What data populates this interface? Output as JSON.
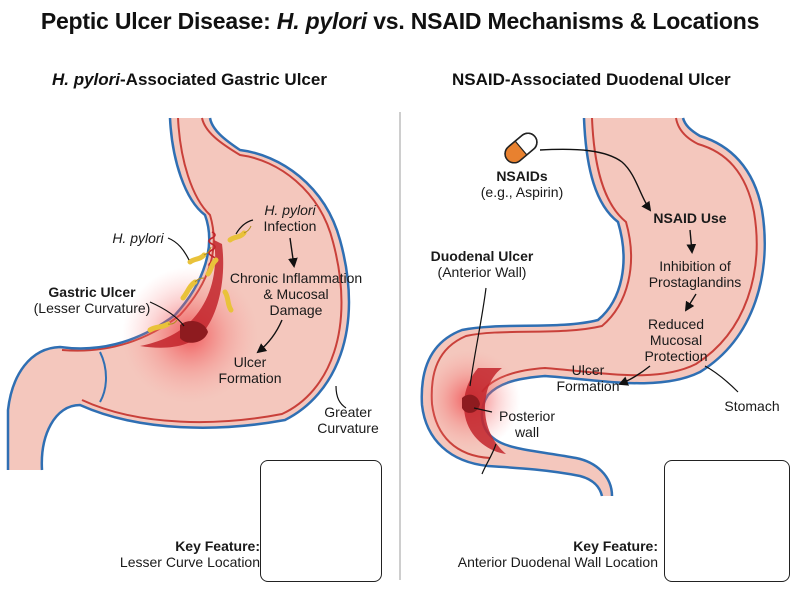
{
  "title": {
    "part1": "Peptic Ulcer Disease: ",
    "italic": "H. pylori",
    "part2": " vs. NSAID Mechanisms & Locations"
  },
  "left_panel": {
    "subtitle_italic": "H. pylori",
    "subtitle_rest": "-Associated Gastric Ulcer",
    "labels": {
      "h_pylori": "H. pylori",
      "infection_italic": "H. pylori",
      "infection_rest": "Infection",
      "inflammation_line1": "Chronic Inflammation",
      "inflammation_line2": "& Mucosal",
      "inflammation_line3": "Damage",
      "ulcer_formation_line1": "Ulcer",
      "ulcer_formation_line2": "Formation",
      "gastric_ulcer_title": "Gastric Ulcer",
      "gastric_ulcer_sub": "(Lesser Curvature)",
      "greater_curvature_line1": "Greater",
      "greater_curvature_line2": "Curvature"
    },
    "key_feature": {
      "title": "Key Feature:",
      "text": "Lesser Curve Location"
    }
  },
  "right_panel": {
    "subtitle": "NSAID-Associated Duodenal Ulcer",
    "labels": {
      "nsaids": "NSAIDs",
      "nsaids_example": "(e.g., Aspirin)",
      "nsaid_use": "NSAID Use",
      "inhibition_line1": "Inhibition of",
      "inhibition_line2": "Prostaglandins",
      "reduced_line1": "Reduced",
      "reduced_line2": "Mucosal",
      "reduced_line3": "Protection",
      "ulcer_formation_line1": "Ulcer",
      "ulcer_formation_line2": "Formation",
      "duodenal_ulcer_title": "Duodenal Ulcer",
      "duodenal_ulcer_sub": "(Anterior Wall)",
      "posterior_line1": "Posterior",
      "posterior_line2": "wall",
      "stomach": "Stomach"
    },
    "key_feature": {
      "title": "Key Feature:",
      "text": "Anterior Duodenal Wall Location"
    }
  },
  "colors": {
    "tissue_fill": "#f4c7bd",
    "outer_wall": "#2f6fb3",
    "inner_wall": "#c9403a",
    "ulcer_red": "#c2252b",
    "bacteria": "#e9c23a",
    "marker_dot": "#c8161d",
    "pill_orange": "#e8812f"
  }
}
